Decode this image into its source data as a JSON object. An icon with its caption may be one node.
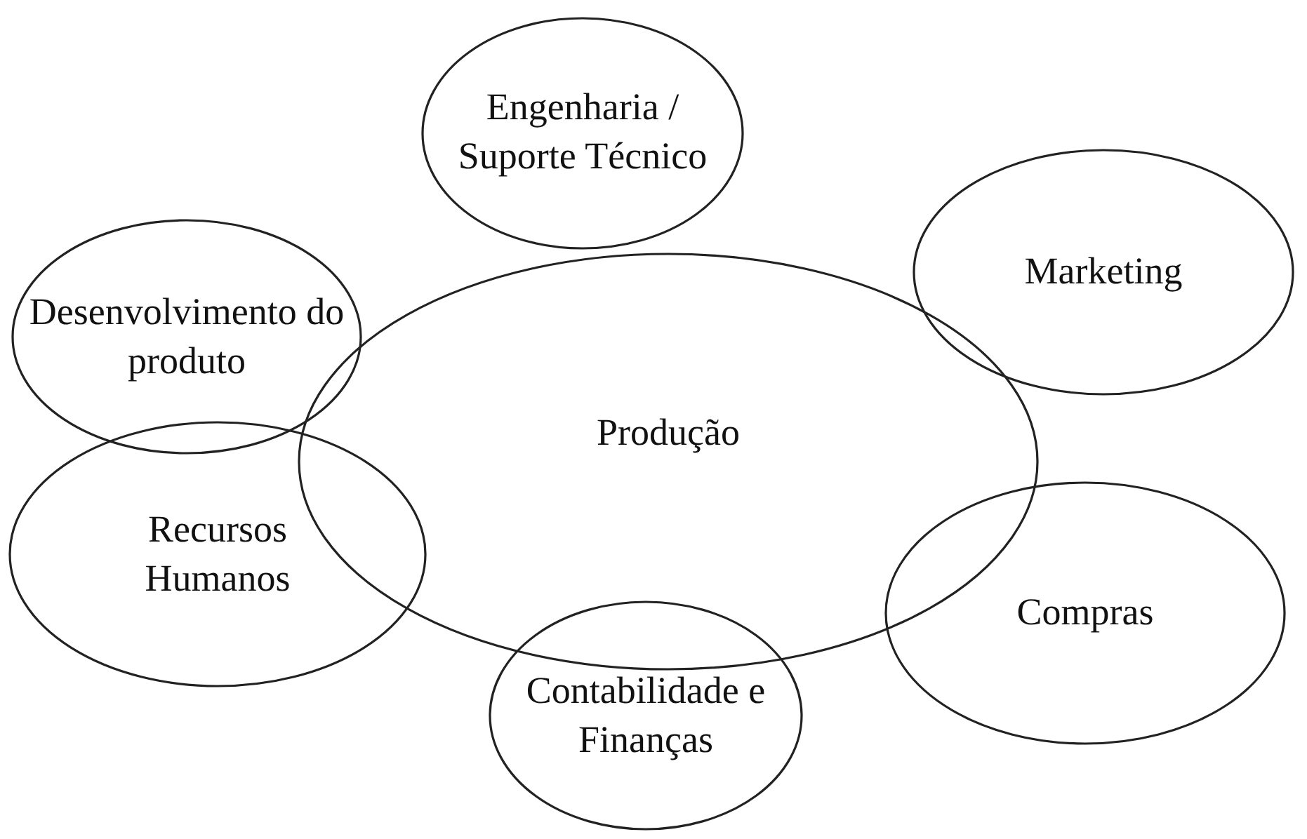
{
  "diagram": {
    "nodes": [
      {
        "text": [
          "Engenharia / Suporte Técnico"
        ]
      },
      {
        "text": [
          "Desenvolvimento do produto"
        ]
      },
      {
        "text": [
          "Marketing"
        ]
      },
      {
        "text": [
          "Produção"
        ]
      },
      {
        "text": [
          "Recursos Humanos"
        ]
      },
      {
        "text": [
          "Compras"
        ]
      },
      {
        "text": [
          "Contabilidade e Finanças"
        ]
      }
    ]
  }
}
